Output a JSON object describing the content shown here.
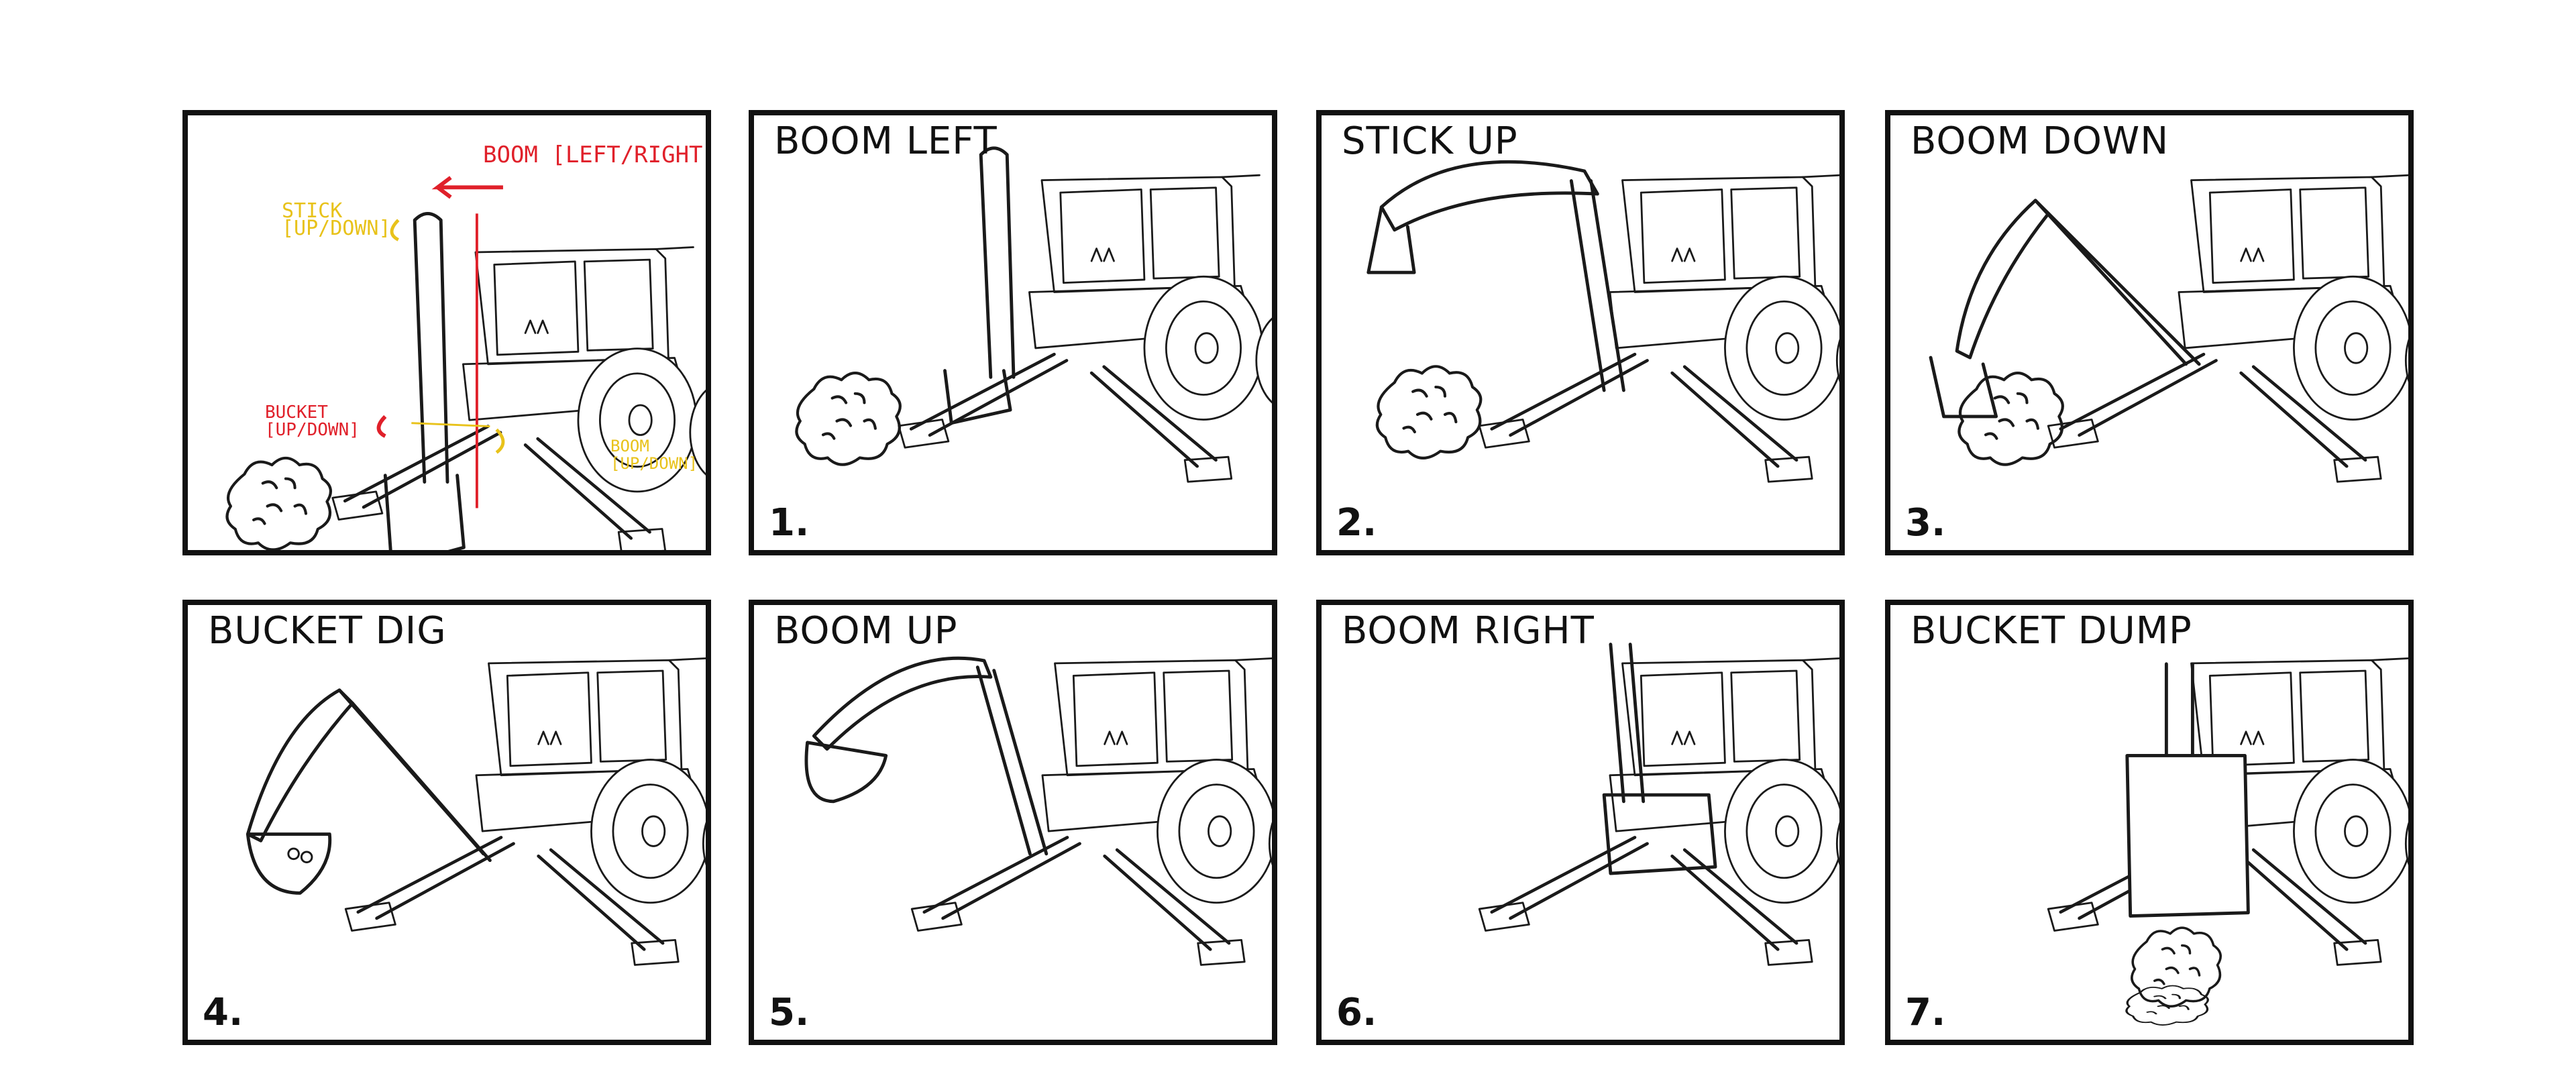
{
  "panels": [
    {
      "id": "p0",
      "title": "",
      "number": ""
    },
    {
      "id": "p1",
      "title": "BOOM LEFT",
      "number": "1."
    },
    {
      "id": "p2",
      "title": "STICK UP",
      "number": "2."
    },
    {
      "id": "p3",
      "title": "BOOM DOWN",
      "number": "3."
    },
    {
      "id": "p4",
      "title": "BUCKET DIG",
      "number": "4."
    },
    {
      "id": "p5",
      "title": "BOOM UP",
      "number": "5."
    },
    {
      "id": "p6",
      "title": "BOOM RIGHT",
      "number": "6."
    },
    {
      "id": "p7",
      "title": "BUCKET DUMP",
      "number": "7."
    }
  ],
  "annotations": {
    "boom_lr": "BOOM [LEFT/RIGHT]",
    "stick": "STICK\n[UP/DOWN]",
    "bucket": "BUCKET\n[UP/DOWN]",
    "boom_ud": "BOOM\n[UP/DOWN]"
  },
  "colors": {
    "red": "#e0202a",
    "yellow": "#e8c21a",
    "ink": "#1a1a1a",
    "border": "#111111"
  },
  "icons": [
    "backhoe-tractor-drawing",
    "rock-pile-icon",
    "rotation-arrow-icon"
  ]
}
